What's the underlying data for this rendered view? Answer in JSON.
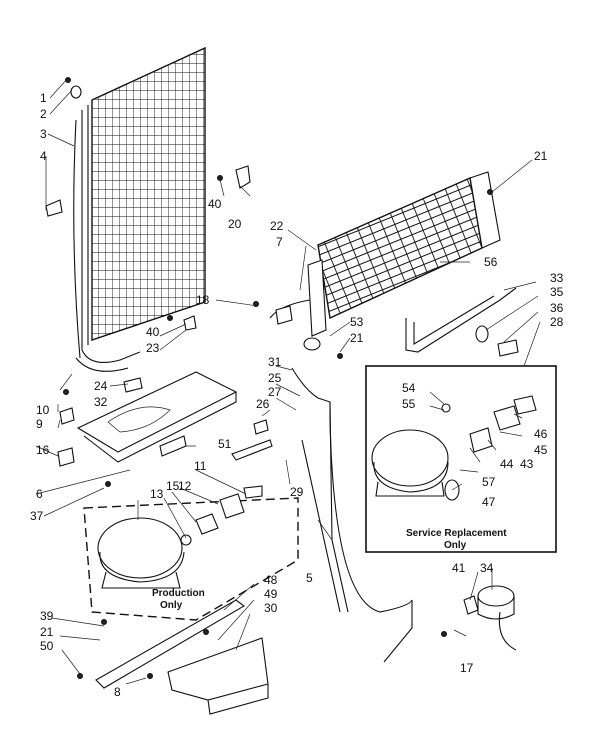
{
  "callouts": [
    "1",
    "2",
    "3",
    "4",
    "40",
    "20",
    "21",
    "22",
    "7",
    "56",
    "33",
    "35",
    "36",
    "28",
    "18",
    "53",
    "21",
    "40",
    "23",
    "31",
    "25",
    "27",
    "26",
    "24",
    "32",
    "10",
    "9",
    "16",
    "6",
    "37",
    "51",
    "11",
    "12",
    "15",
    "13",
    "29",
    "5",
    "54",
    "55",
    "46",
    "45",
    "44",
    "43",
    "57",
    "47",
    "48",
    "49",
    "30",
    "39",
    "21",
    "50",
    "8",
    "41",
    "34",
    "17"
  ],
  "boxes": {
    "production": "Production\nOnly",
    "service": "Service Replacement\nOnly"
  }
}
